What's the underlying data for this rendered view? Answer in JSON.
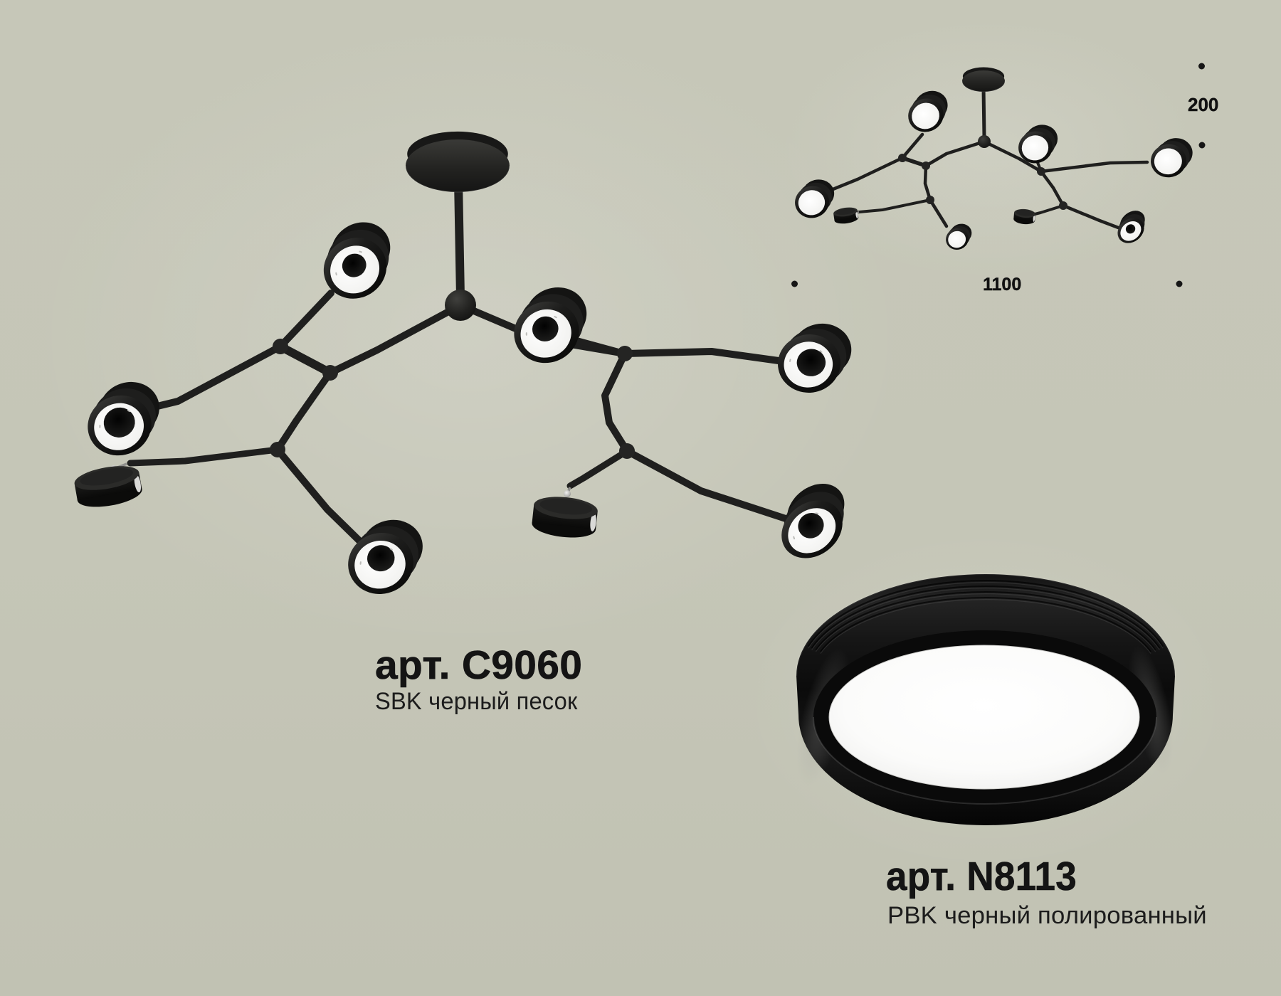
{
  "page": {
    "type": "product-catalog-render",
    "background_color": "#c5c6b7"
  },
  "main_product": {
    "article": "арт. C9060",
    "finish": "SBK черный песок",
    "description": "black branched chandelier with eight round spot heads"
  },
  "component_product": {
    "article": "арт. N8113",
    "finish": "PBK черный полированный",
    "description": "black polished trim ring with white diffuser"
  },
  "dimensions": {
    "height": "200",
    "width": "1100"
  },
  "colors": {
    "background": "#c5c6b7",
    "fixture_black": "#1e1e1d",
    "diffuser_white": "#f7f7f5",
    "text": "#141414"
  }
}
